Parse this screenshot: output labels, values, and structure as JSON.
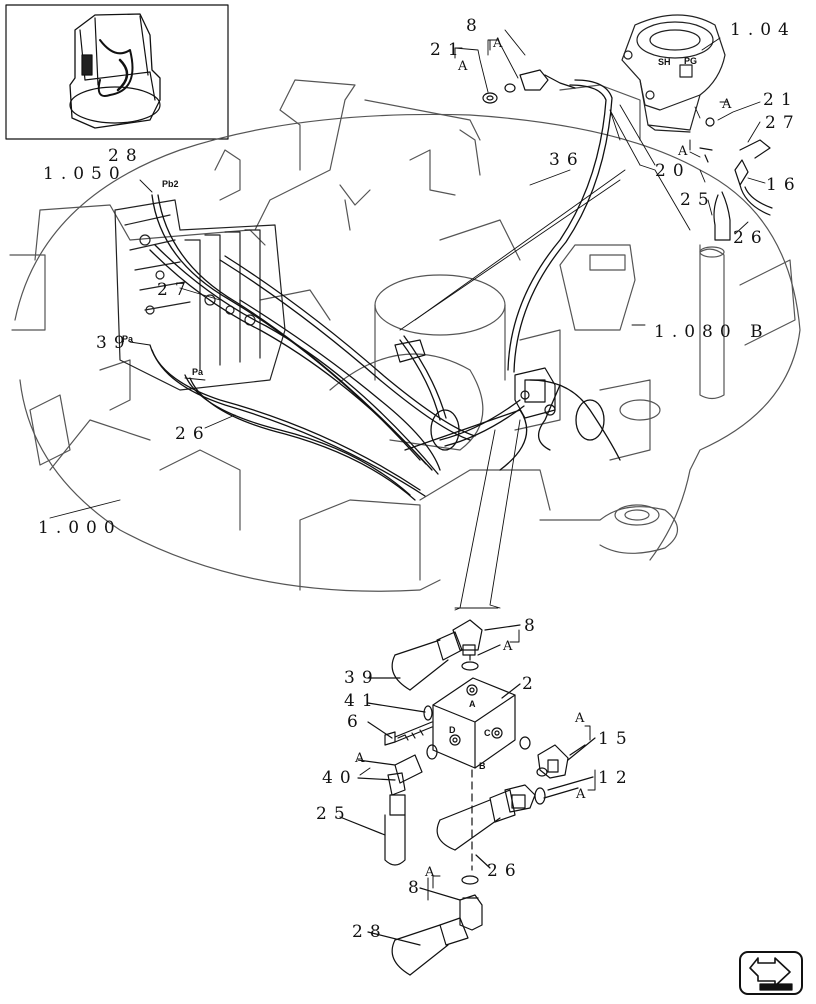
{
  "inset_box": true,
  "nav_icon": "next-page-arrow-icon",
  "labels": {
    "l28_top": "28",
    "l105": "1.050",
    "pb2": "Pb2",
    "l21_top": "21",
    "A_top1": "A",
    "l8_top": "8",
    "A_top2": "A",
    "l104": "1.04",
    "sh": "SH",
    "pg": "PG",
    "l21_r": "21",
    "A_r": "A",
    "l27_r": "27",
    "l36": "36",
    "l20": "20",
    "A_20": "A",
    "l16": "16",
    "l25_r": "25",
    "l26_r": "26",
    "l27_mid": "27",
    "l39_top": "39",
    "pa": "Pa",
    "pa2": "Pa",
    "l108": "1.080 B",
    "l26_mid": "26",
    "l1000": "1.000",
    "l8_d": "8",
    "A_d1": "A",
    "l39_d": "39",
    "l41": "41",
    "l2": "2",
    "l6": "6",
    "portA": "A",
    "portD": "D",
    "portC": "C",
    "portB": "B",
    "A_d2": "A",
    "l15": "15",
    "A_d3": "A",
    "l40": "40",
    "l12": "12",
    "A_d4": "A",
    "l25_d": "25",
    "l26_d": "26",
    "A_d5": "A",
    "l8_d2": "8",
    "l28_d": "28"
  }
}
